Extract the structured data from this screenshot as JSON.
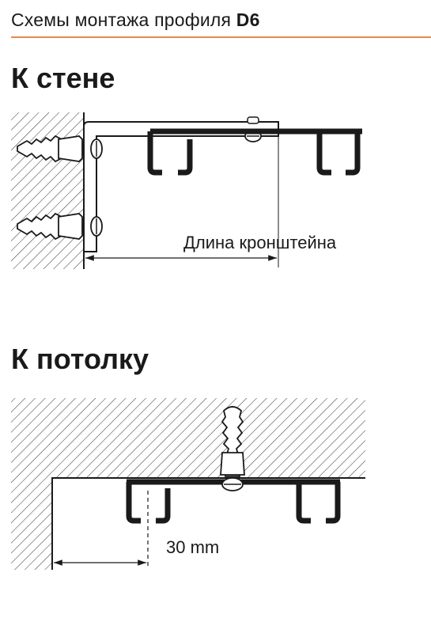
{
  "header": {
    "title": "Схемы монтажа профиля",
    "model": "D6",
    "accent_color": "#e8894a"
  },
  "sections": {
    "wall": {
      "title": "К стене",
      "dimension_label": "Длина кронштейна"
    },
    "ceiling": {
      "title": "К потолку",
      "dimension_label": "30 mm"
    }
  }
}
